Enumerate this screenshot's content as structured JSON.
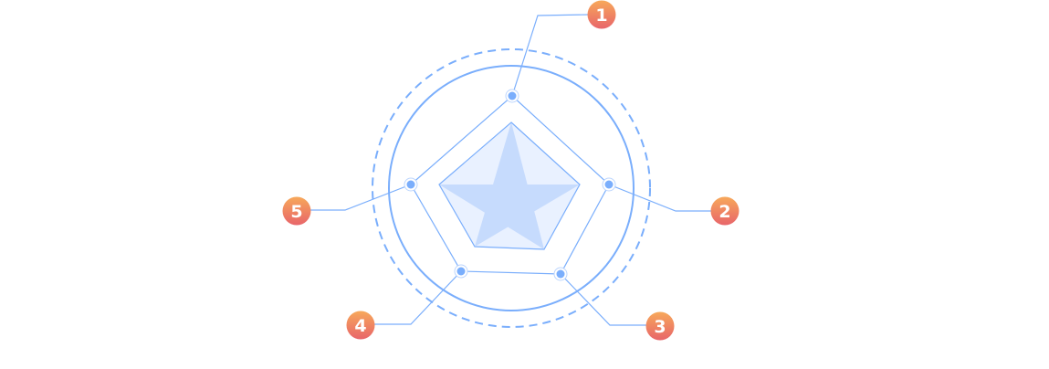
{
  "colors": {
    "line": "#7aaefc",
    "badge_top": "#f7a85a",
    "badge_bottom": "#e8656a"
  },
  "badges": [
    {
      "label": "1"
    },
    {
      "label": "2"
    },
    {
      "label": "3"
    },
    {
      "label": "4"
    },
    {
      "label": "5"
    }
  ]
}
